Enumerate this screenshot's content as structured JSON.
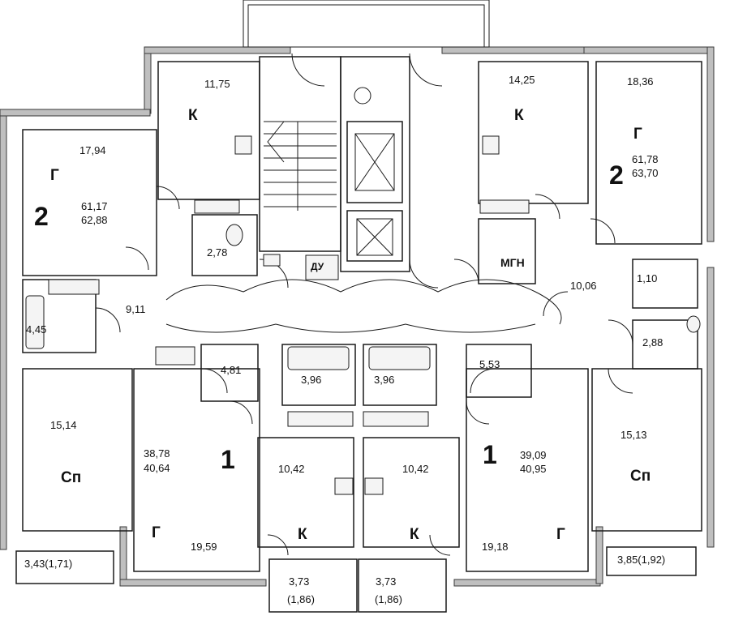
{
  "areas": {
    "k_left": "11,75",
    "k_right": "14,25",
    "g_left": "17,94",
    "g_right": "18,36",
    "flat_left_2_a": "61,17",
    "flat_left_2_b": "62,88",
    "flat_right_2_a": "61,78",
    "flat_right_2_b": "63,70",
    "wc_left": "2,78",
    "bath_far_left": "4,45",
    "hall_left": "9,11",
    "hall_right": "10,06",
    "wc_right_small": "1,10",
    "bath_right": "2,88",
    "hall_c1": "4,81",
    "bath_c1": "3,96",
    "bath_c2": "3,96",
    "hall_c2": "5,53",
    "sp_left": "15,14",
    "sp_right": "15,13",
    "flat_1_left_a": "38,78",
    "flat_1_left_b": "40,64",
    "flat_1_right_a": "39,09",
    "flat_1_right_b": "40,95",
    "k_1_left": "10,42",
    "k_1_right": "10,42",
    "g_1_left": "19,59",
    "g_1_right": "19,18",
    "balcony_left": "3,43(1,71)",
    "balcony_right": "3,85(1,92)",
    "loggia_left": "3,73",
    "loggia_left_half": "(1,86)",
    "loggia_right": "3,73",
    "loggia_right_half": "(1,86)"
  },
  "rooms": {
    "k": "К",
    "g": "Г",
    "sp": "Сп",
    "du": "ДУ",
    "mgn": "МГН"
  },
  "flat_numbers": {
    "two": "2",
    "one": "1"
  },
  "colors": {
    "wall": "#7d7d7d",
    "wall_dark": "#3a3a3a",
    "line": "#1a1a1a",
    "background": "#ffffff"
  }
}
